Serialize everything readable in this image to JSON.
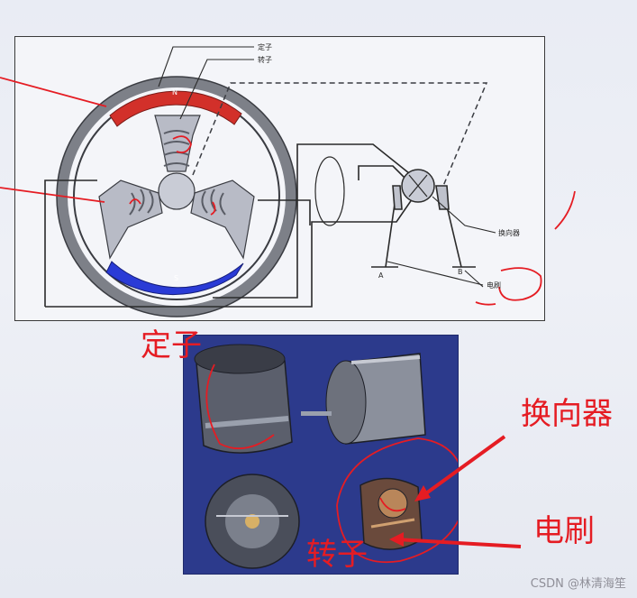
{
  "diagram": {
    "label_stator": "定子",
    "label_rotor": "转子",
    "label_commutator": "换向器",
    "label_brush": "电刷",
    "pole_n": "N",
    "pole_s": "S",
    "terminal_a": "A",
    "terminal_b": "B"
  },
  "annotations": {
    "stator": "定子",
    "commutator": "换向器",
    "brush": "电刷",
    "rotor": "转子"
  },
  "watermark": "CSDN @林清海笙",
  "colors": {
    "annotation_red": "#e51c23",
    "pole_north": "#d2302a",
    "pole_south": "#2a3bd6",
    "photo_background": "#2c3a8c"
  }
}
